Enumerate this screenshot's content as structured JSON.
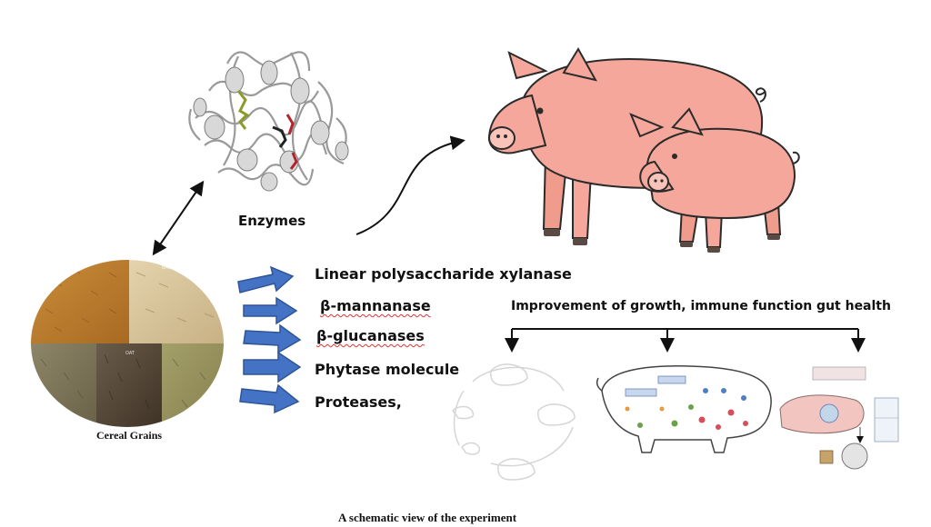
{
  "labels": {
    "enzymes": "Enzymes",
    "cereal_grains": "Cereal Grains",
    "improvement": "Improvement of growth, immune function gut health",
    "caption": "A schematic view of the experiment",
    "grain_tag_1": "BARL",
    "grain_tag_2": "OAT"
  },
  "enzyme_list": [
    {
      "text": "Linear polysaccharide xylanase"
    },
    {
      "text": "β-mannanase"
    },
    {
      "text": "β-glucanases"
    },
    {
      "text": "Phytase molecule"
    },
    {
      "text": "Proteases,"
    }
  ],
  "colors": {
    "arrow_blue": "#4472c4",
    "arrow_blue_dark": "#2f5597",
    "pig_pink": "#f4a79a",
    "pig_pink_light": "#f8c3b9",
    "pig_outline": "#2b2b2b",
    "protein_gray": "#c9c9c9",
    "protein_green": "#8c9a2a",
    "protein_red": "#b2242c"
  },
  "icons": [
    "protein-structure-icon",
    "pig-icon",
    "grain-icon",
    "pig-lifecycle-icon",
    "pig-immune-diagram-icon",
    "pig-gut-diagram-icon"
  ]
}
